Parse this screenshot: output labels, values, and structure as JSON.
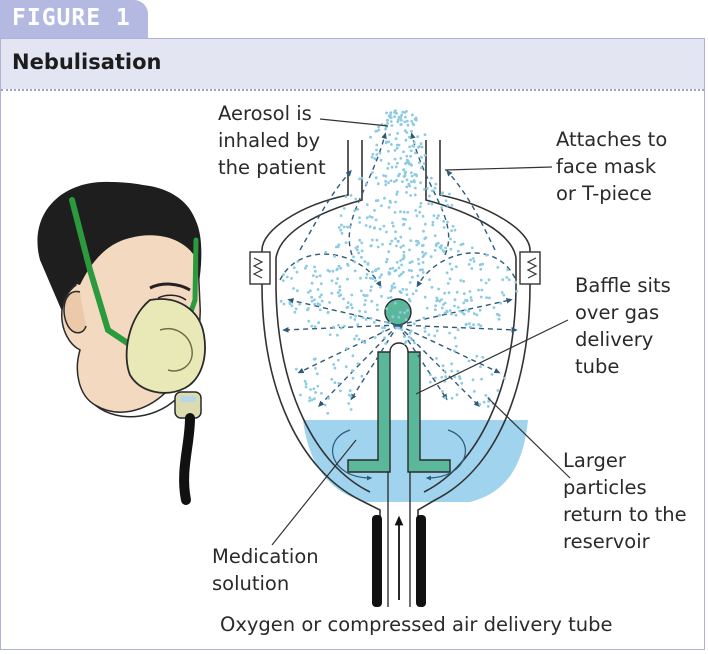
{
  "figure": {
    "tab_label": "FIGURE 1",
    "title": "Nebulisation"
  },
  "labels": {
    "aerosol": "Aerosol is\ninhaled by\nthe patient",
    "attaches": "Attaches to\nface mask\nor T-piece",
    "baffle": "Baffle sits\nover gas\ndelivery\ntube",
    "larger": "Larger\nparticles\nreturn to the\nreservoir",
    "medication": "Medication\nsolution",
    "oxygen": "Oxygen or compressed air delivery tube"
  },
  "colors": {
    "tab": "#b4b9e2",
    "title_band": "#e4e5f3",
    "liquid": "#9fd3ee",
    "baffle": "#5bb79a",
    "droplets": "#8ccbe3",
    "mask": "#e9e9b8",
    "strap": "#2a9a3c"
  }
}
